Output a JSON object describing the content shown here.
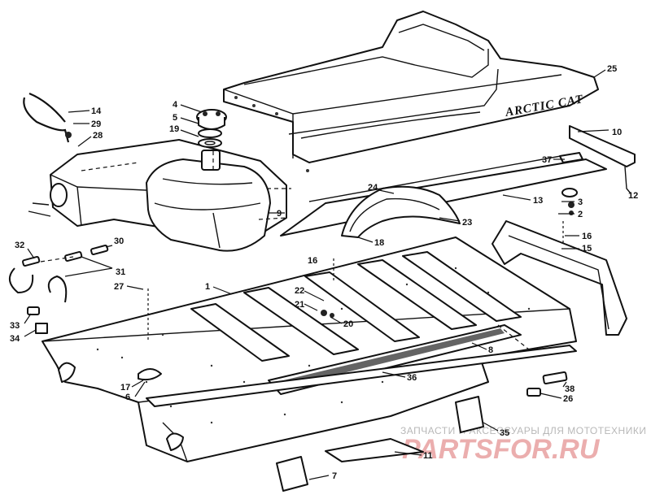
{
  "seat_logo": "ARCTIC CAT",
  "callouts": [
    "1",
    "2",
    "3",
    "4",
    "5",
    "6",
    "7",
    "8",
    "9",
    "10",
    "11",
    "12",
    "13",
    "14",
    "15",
    "16",
    "16",
    "17",
    "18",
    "19",
    "20",
    "21",
    "22",
    "23",
    "24",
    "25",
    "26",
    "27",
    "28",
    "29",
    "30",
    "31",
    "32",
    "33",
    "34",
    "35",
    "36",
    "37",
    "38"
  ],
  "watermark": {
    "line1": "ЗАПЧАСТИ И АКСЕССУАРЫ ДЛЯ МОТОТЕХНИКИ",
    "line2": "PARTSFOR.RU"
  }
}
